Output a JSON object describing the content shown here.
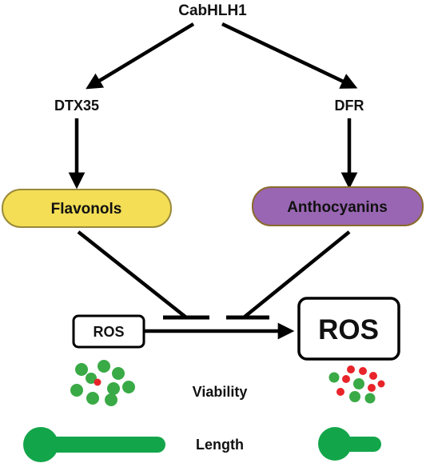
{
  "nodes": {
    "top": "CabHLH1",
    "left_gene": "DTX35",
    "right_gene": "DFR",
    "left_metabolite": "Flavonols",
    "right_metabolite": "Anthocyanins",
    "ros_small": "ROS",
    "ros_large": "ROS"
  },
  "phenotypes": {
    "viability_label": "Viability",
    "length_label": "Length"
  },
  "colors": {
    "arrow": "#000000",
    "flavonols_fill": "#f3de55",
    "flavonols_stroke": "#9a8a3a",
    "anthocyanins_fill": "#9966b3",
    "anthocyanins_stroke": "#8a6a2a",
    "live_cell": "#3aaa46",
    "dead_cell": "#e8242a",
    "root": "#13a54a"
  }
}
